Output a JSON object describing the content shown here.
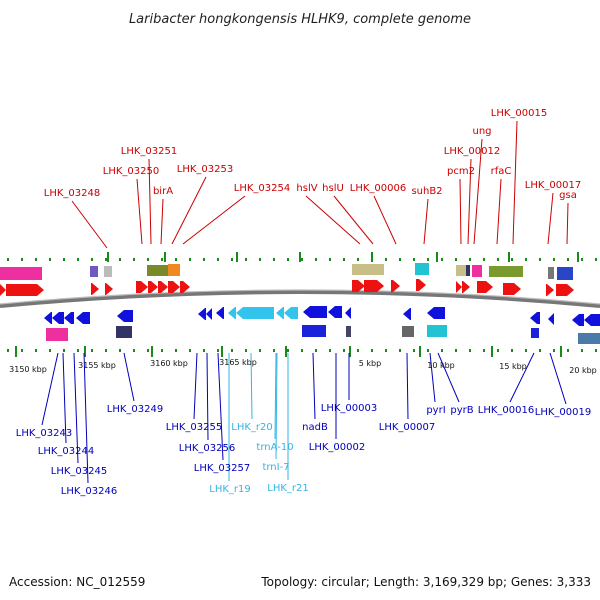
{
  "title": "Laribacter hongkongensis HLHK9, complete genome",
  "accession": "Accession: NC_012559",
  "topology": "Topology: circular; Length: 3,169,329 bp; Genes: 3,333",
  "colors": {
    "forward_label": "#cc0000",
    "reverse_label": "#0000bb",
    "rna_label": "#33b5e5",
    "forward_gene": "#ee1111",
    "reverse_gene": "#1111dd",
    "rna_gene": "#33c4ee",
    "backbone": "#888888"
  },
  "ticks": [
    {
      "label": "3150 kbp"
    },
    {
      "label": "3155 kbp"
    },
    {
      "label": "3160 kbp"
    },
    {
      "label": "3165 kbp"
    },
    {
      "label": "5 kbp"
    },
    {
      "label": "10 kbp"
    },
    {
      "label": "15 kbp"
    },
    {
      "label": "20 kbp"
    }
  ],
  "forward_labels": [
    {
      "text": "LHK_03248"
    },
    {
      "text": "LHK_03250"
    },
    {
      "text": "LHK_03251"
    },
    {
      "text": "birA"
    },
    {
      "text": "LHK_03253"
    },
    {
      "text": "LHK_03254"
    },
    {
      "text": "hslV"
    },
    {
      "text": "hslU"
    },
    {
      "text": "LHK_00006"
    },
    {
      "text": "suhB2"
    },
    {
      "text": "pcm2"
    },
    {
      "text": "LHK_00012"
    },
    {
      "text": "ung"
    },
    {
      "text": "LHK_00015"
    },
    {
      "text": "rfaC"
    },
    {
      "text": "LHK_00017"
    },
    {
      "text": "gsa"
    }
  ],
  "reverse_labels": [
    {
      "text": "LHK_03243"
    },
    {
      "text": "LHK_03244"
    },
    {
      "text": "LHK_03245"
    },
    {
      "text": "LHK_03246"
    },
    {
      "text": "LHK_03249"
    },
    {
      "text": "LHK_03255"
    },
    {
      "text": "LHK_03256"
    },
    {
      "text": "LHK_03257"
    },
    {
      "text": "nadB"
    },
    {
      "text": "LHK_00003"
    },
    {
      "text": "LHK_00002"
    },
    {
      "text": "LHK_00007"
    },
    {
      "text": "pyrI"
    },
    {
      "text": "pyrB"
    },
    {
      "text": "LHK_00016"
    },
    {
      "text": "LHK_00019"
    }
  ],
  "rna_labels": [
    {
      "text": "LHK_r20"
    },
    {
      "text": "trnA-10"
    },
    {
      "text": "trnI-7"
    },
    {
      "text": "LHK_r19"
    },
    {
      "text": "LHK_r21"
    }
  ]
}
